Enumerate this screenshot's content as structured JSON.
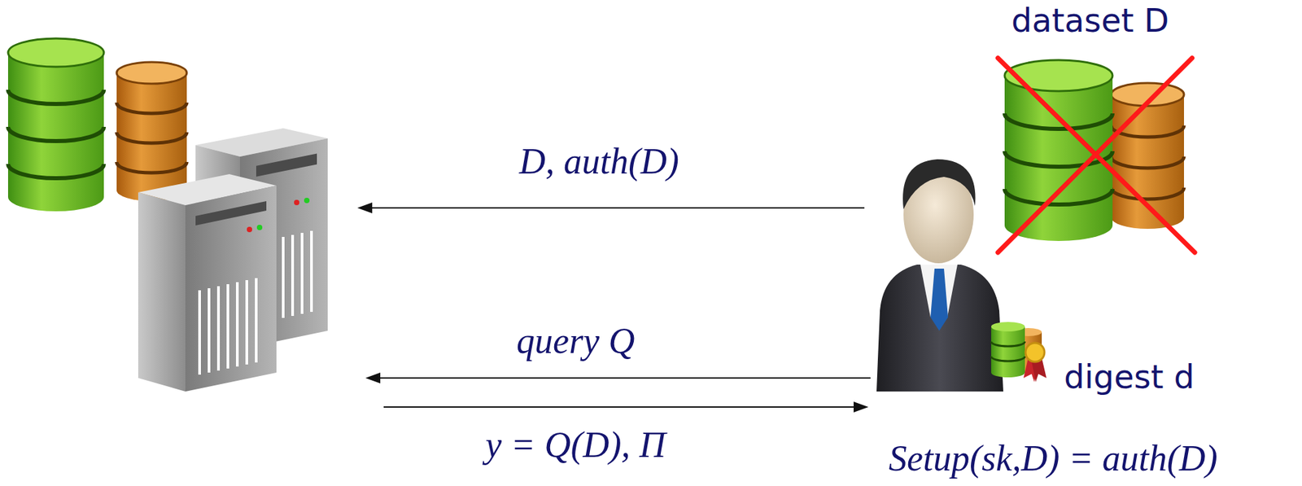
{
  "diagram": {
    "labels": [
      "dataset D",
      "D, auth(D)",
      "query Q",
      "y = Q(D), Π",
      "digest d",
      "Setup(sk,D) = auth(D)"
    ]
  }
}
